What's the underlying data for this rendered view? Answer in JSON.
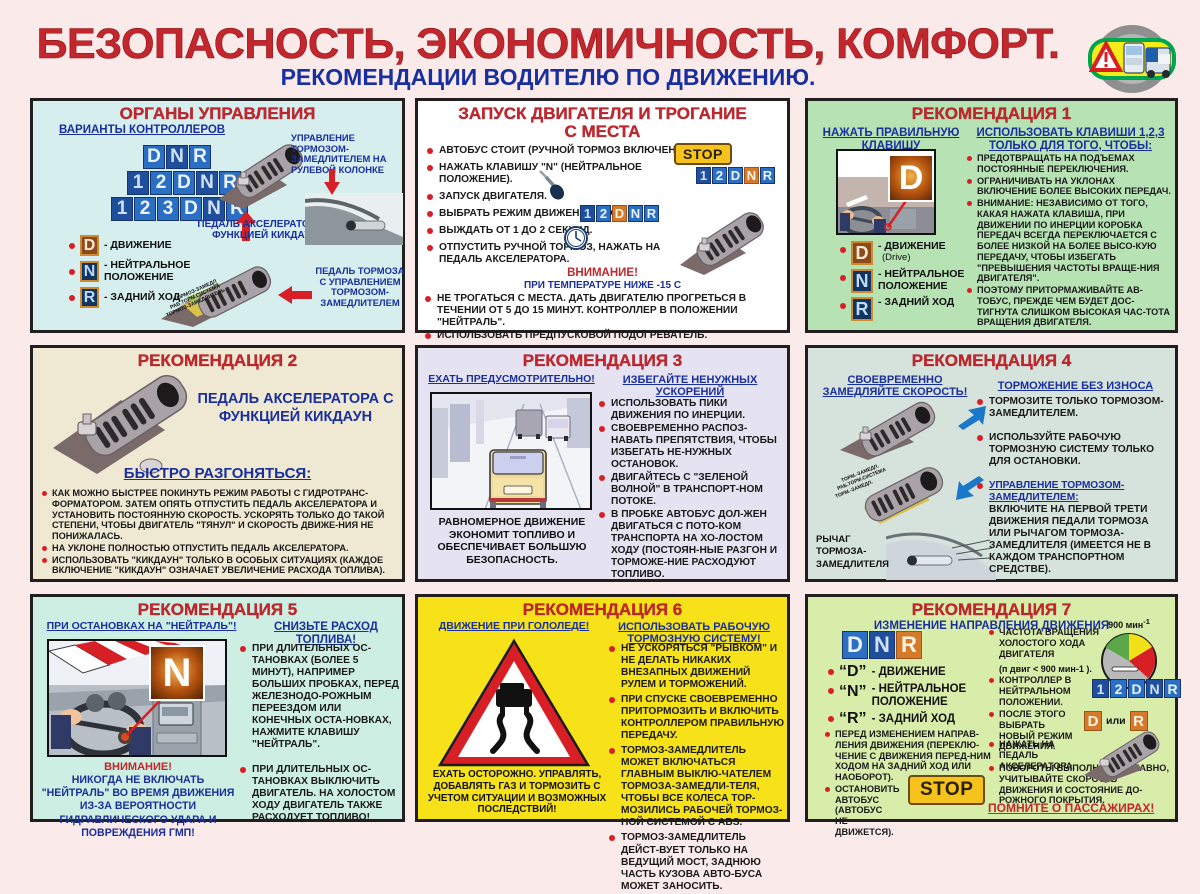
{
  "header": {
    "title": "БЕЗОПАСНОСТЬ, ЭКОНОМИЧНОСТЬ,  КОМФОРТ.",
    "subtitle": "РЕКОМЕНДАЦИИ ВОДИТЕЛЮ ПО ДВИЖЕНИЮ.",
    "logo_name": "bus-truck-warning-logo"
  },
  "colors": {
    "page_bg": "#fbeaea",
    "title_red": "#c1272d",
    "title_blue": "#1a2f9e",
    "bullet_red": "#d81f26",
    "panel1_bg": "#d6eeee",
    "panel2_bg": "#ffffff",
    "panel3_bg": "#b7e2b4",
    "panel4_bg": "#efe9d3",
    "panel5_bg": "#e5e2f2",
    "panel6_bg": "#d6e2dc",
    "panel7_bg": "#cdeee2",
    "panel8_bg": "#f7e21a",
    "panel9_bg": "#d9edaa",
    "key_blue": "#1f4e9c",
    "key_orange": "#d5792b",
    "stop_yellow": "#f6c31c"
  },
  "panels": {
    "controls": {
      "title": "ОРГАНЫ УПРАВЛЕНИЯ",
      "subhead": "ВАРИАНТЫ КОНТРОЛЛЕРОВ",
      "rows": [
        [
          "D",
          "N",
          "R"
        ],
        [
          "1",
          "2",
          "D",
          "N",
          "R"
        ],
        [
          "1",
          "2",
          "3",
          "D",
          "N",
          "R"
        ]
      ],
      "legend": [
        {
          "key": "D",
          "label": "- ДВИЖЕНИЕ"
        },
        {
          "key": "N",
          "label": "- НЕЙТРАЛЬНОЕ ПОЛОЖЕНИЕ"
        },
        {
          "key": "R",
          "label": "- ЗАДНИЙ ХОД"
        }
      ],
      "callout_steering": "УПРАВЛЕНИЕ ТОРМОЗОМ-ЗАМЕДЛИТЕЛЕМ НА РУЛЕВОЙ КОЛОНКЕ",
      "callout_accel": "ПЕДАЛЬ АКСЕЛЕРАТОРА С ФУНКЦИЕЙ КИКДАУН",
      "callout_brake": "ПЕДАЛЬ ТОРМОЗА С УПРАВЛЕНИЕМ ТОРМОЗОМ-ЗАМЕДЛИТЕЛЕМ",
      "pedal_label_1": "ТОРМОЗ-ЗАМЕДЛ",
      "pedal_label_2": "РАБОЧАЯ ТОРМОЗН. СИСТЕМА",
      "pedal_label_3": "ТОРМОЗ-ЗАМЕДЛИТЕЛЬ"
    },
    "engine_start": {
      "title_line1": "ЗАПУСК ДВИГАТЕЛЯ И ТРОГАНИЕ",
      "title_line2": "С МЕСТА",
      "steps": [
        "АВТОБУС СТОИТ (РУЧНОЙ ТОРМОЗ ВКЛЮЧЕН).",
        "НАЖАТЬ КЛАВИШУ \"N\" (НЕЙТРАЛЬНОЕ ПОЛОЖЕНИЕ).",
        "ЗАПУСК ДВИГАТЕЛЯ.",
        "ВЫБРАТЬ РЕЖИМ ДВИЖЕНИЯ (\"D\").",
        "ВЫЖДАТЬ ОТ 1 ДО 2 СЕКУНД.",
        "ОТПУСТИТЬ РУЧНОЙ ТОРМОЗ, НАЖАТЬ НА ПЕДАЛЬ АКСЕЛЕРАТОРА."
      ],
      "stop_label": "STOP",
      "keys_row": [
        "1",
        "2",
        "D",
        "N",
        "R"
      ],
      "attention": "ВНИМАНИЕ!",
      "attention_sub": "ПРИ ТЕМПЕРАТУРЕ НИЖЕ -15  С",
      "warnings": [
        "НЕ ТРОГАТЬСЯ С МЕСТА. ДАТЬ ДВИГАТЕЛЮ ПРОГРЕТЬСЯ В ТЕЧЕНИИ ОТ 5 ДО 15 МИНУТ. КОНТРОЛЛЕР В ПОЛОЖЕНИИ \"НЕЙТРАЛЬ\".",
        "ИСПОЛЬЗОВАТЬ ПРЕДПУСКОВОЙ ПОДОГРЕВАТЕЛЬ."
      ]
    },
    "rec1": {
      "title": "РЕКОМЕНДАЦИЯ 1",
      "subhead_left": "НАЖАТЬ ПРАВИЛЬНУЮ КЛАВИШУ",
      "subhead_right": "ИСПОЛЬЗОВАТЬ КЛАВИШИ 1,2,3 ТОЛЬКО ДЛЯ ТОГО, ЧТОБЫ:",
      "image_key": "D",
      "legend": [
        {
          "key": "D",
          "label": "- ДВИЖЕНИЕ",
          "sub": "(Drive)"
        },
        {
          "key": "N",
          "label": "- НЕЙТРАЛЬНОЕ ПОЛОЖЕНИЕ",
          "sub": ""
        },
        {
          "key": "R",
          "label": "- ЗАДНИЙ ХОД",
          "sub": ""
        }
      ],
      "bullets": [
        "ПРЕДОТВРАЩАТЬ НА ПОДЪЕМАХ ПОСТОЯННЫЕ ПЕРЕКЛЮЧЕНИЯ.",
        "ОГРАНИЧИВАТЬ НА УКЛОНАХ ВКЛЮЧЕНИЕ БОЛЕЕ ВЫСОКИХ ПЕРЕДАЧ.",
        "ВНИМАНИЕ: НЕЗАВИСИМО ОТ ТОГО, КАКАЯ НАЖАТА КЛАВИША, ПРИ ДВИЖЕНИИ ПО ИНЕРЦИИ КОРОБКА ПЕРЕДАЧ ВСЕГДА ПЕРЕКЛЮЧАЕТСЯ С БОЛЕЕ НИЗКОЙ НА БОЛЕЕ ВЫСО-КУЮ ПЕРЕДАЧУ, ЧТОБЫ ИЗБЕГАТЬ \"ПРЕВЫШЕНИЯ ЧАСТОТЫ ВРАЩЕ-НИЯ ДВИГАТЕЛЯ\".",
        "ПОЭТОМУ ПРИТОРМАЖИВАЙТЕ АВ-ТОБУС, ПРЕЖДЕ ЧЕМ БУДЕТ ДОС-ТИГНУТА СЛИШКОМ ВЫСОКАЯ ЧАС-ТОТА ВРАЩЕНИЯ ДВИГАТЕЛЯ."
      ]
    },
    "rec2": {
      "title": "РЕКОМЕНДАЦИЯ 2",
      "heading": "ПЕДАЛЬ АКСЕЛЕРАТОРА С ФУНКЦИЕЙ КИКДАУН",
      "subhead": "БЫСТРО РАЗГОНЯТЬСЯ:",
      "bullets": [
        "КАК МОЖНО БЫСТРЕЕ ПОКИНУТЬ РЕЖИМ РАБОТЫ С ГИДРОТРАНС-ФОРМАТОРОМ. ЗАТЕМ ОПЯТЬ ОТПУСТИТЬ ПЕДАЛЬ АКСЕЛЕРАТОРА И УСТАНОВИТЬ ПОСТОЯННУЮ СКОРОСТЬ. УСКОРЯТЬ ТОЛЬКО ДО ТАКОЙ СТЕПЕНИ, ЧТОБЫ ДВИГАТЕЛЬ \"ТЯНУЛ\" И СКОРОСТЬ ДВИЖЕ-НИЯ НЕ ПОНИЖАЛАСЬ.",
        "НА УКЛОНЕ ПОЛНОСТЬЮ ОТПУСТИТЬ ПЕДАЛЬ АКСЕЛЕРАТОРА.",
        "ИСПОЛЬЗОВАТЬ \"КИКДАУН\" ТОЛЬКО В ОСОБЫХ СИТУАЦИЯХ (КАЖДОЕ ВКЛЮЧЕНИЕ \"КИКДАУН\" ОЗНАЧАЕТ УВЕЛИЧЕНИЕ РАСХОДА ТОПЛИВА)."
      ]
    },
    "rec3": {
      "title": "РЕКОМЕНДАЦИЯ 3",
      "subhead_left": "ЕХАТЬ ПРЕДУСМОТРИТЕЛЬНО!",
      "subhead_right": "ИЗБЕГАЙТЕ  НЕНУЖНЫХ УСКОРЕНИЙ",
      "caption": "РАВНОМЕРНОЕ ДВИЖЕНИЕ ЭКОНОМИТ ТОПЛИВО И ОБЕСПЕЧИВАЕТ БОЛЬШУЮ БЕЗОПАСНОСТЬ.",
      "bullets": [
        "ИСПОЛЬЗОВАТЬ ПИКИ ДВИЖЕНИЯ ПО ИНЕРЦИИ.",
        "СВОЕВРЕМЕННО РАСПОЗ-НАВАТЬ ПРЕПЯТСТВИЯ, ЧТОБЫ ИЗБЕГАТЬ НЕ-НУЖНЫХ ОСТАНОВОК.",
        "ДВИГАЙТЕСЬ С \"ЗЕЛЕНОЙ ВОЛНОЙ\" В ТРАНСПОРТ-НОМ ПОТОКЕ.",
        "В ПРОБКЕ АВТОБУС ДОЛ-ЖЕН ДВИГАТЬСЯ С ПОТО-КОМ ТРАНСПОРТА НА ХО-ЛОСТОМ ХОДУ (ПОСТОЯН-НЫЕ РАЗГОН И ТОРМОЖЕ-НИЕ РАСХОДУЮТ ТОПЛИВО."
      ]
    },
    "rec4": {
      "title": "РЕКОМЕНДАЦИЯ 4",
      "subhead_left": "СВОЕВРЕМЕННО ЗАМЕДЛЯЙТЕ СКОРОСТЬ!",
      "subhead_right": "ТОРМОЖЕНИЕ БЕЗ ИЗНОСА",
      "lever_label": "РЫЧАГ ТОРМОЗА-ЗАМЕДЛИТЕЛЯ",
      "bullets": [
        "ТОРМОЗИТЕ ТОЛЬКО ТОРМОЗОМ-ЗАМЕДЛИТЕЛЕМ.",
        "ИСПОЛЬЗУЙТЕ РАБОЧУЮ ТОРМОЗНУЮ СИСТЕМУ ТОЛЬКО ДЛЯ ОСТАНОВКИ.",
        "УПРАВЛЕНИЕ ТОРМОЗОМ-ЗАМЕДЛИТЕЛЕМ:"
      ],
      "bullet3_body": "ВКЛЮЧИТЕ НА ПЕРВОЙ ТРЕТИ ДВИЖЕНИЯ ПЕДАЛИ ТОРМОЗА ИЛИ РЫЧАГОМ ТОРМОЗА-ЗАМЕДЛИТЕЛЯ (ИМЕЕТСЯ НЕ В КАЖДОМ ТРАНСПОРТНОМ СРЕДСТВЕ)."
    },
    "rec5": {
      "title": "РЕКОМЕНДАЦИЯ 5",
      "subhead_left": "ПРИ ОСТАНОВКАХ НА \"НЕЙТРАЛЬ\"!",
      "subhead_right": "СНИЗЬТЕ РАСХОД ТОПЛИВА!",
      "image_key": "N",
      "attention": "ВНИМАНИЕ!",
      "attention_body": "НИКОГДА НЕ ВКЛЮЧАТЬ \"НЕЙТРАЛЬ\" ВО ВРЕМЯ ДВИЖЕНИЯ ИЗ-ЗА ВЕРОЯТНОСТИ ГИДРАВЛИЧЕСКОГО УДАРА И ПОВРЕЖДЕНИЯ ГМП!",
      "bullets": [
        "ПРИ ДЛИТЕЛЬНЫХ ОС-ТАНОВКАХ (БОЛЕЕ 5 МИНУТ), НАПРИМЕР БОЛЬШИХ ПРОБКАХ, ПЕРЕД ЖЕЛЕЗНОДО-РОЖНЫМ ПЕРЕЕЗДОМ ИЛИ КОНЕЧНЫХ ОСТА-НОВКАХ, НАЖМИТЕ КЛАВИШУ \"НЕЙТРАЛЬ\".",
        "ПРИ ДЛИТЕЛЬНЫХ ОС-ТАНОВКАХ ВЫКЛЮЧИТЬ ДВИГАТЕЛЬ. НА ХОЛОСТОМ ХОДУ ДВИГАТЕЛЬ ТАКЖЕ РАСХОДУЕТ ТОПЛИВО!"
      ]
    },
    "rec6": {
      "title": "РЕКОМЕНДАЦИЯ 6",
      "subhead_left": "ДВИЖЕНИЕ ПРИ ГОЛОЛЕДЕ!",
      "subhead_right": "ИСПОЛЬЗОВАТЬ РАБОЧУЮ ТОРМОЗНУЮ СИСТЕМУ!",
      "sign_name": "slippery-road-warning-sign",
      "caption": "ЕХАТЬ ОСТОРОЖНО. УПРАВЛЯТЬ, ДОБАВЛЯТЬ ГАЗ И ТОРМОЗИТЬ С УЧЕТОМ СИТУАЦИИ И ВОЗМОЖНЫХ ПОСЛЕДСТВИЙ!",
      "bullets": [
        "НЕ УСКОРЯТЬСЯ \"РЫВКОМ\" И НЕ ДЕЛАТЬ НИКАКИХ ВНЕЗАПНЫХ ДВИЖЕНИЙ РУЛЕМ И ТОРМОЖЕНИЙ.",
        "ПРИ СПУСКЕ СВОЕВРЕМЕННО ПРИТОРМОЗИТЬ И ВКЛЮЧИТЬ КОНТРОЛЛЕРОМ ПРАВИЛЬНУЮ ПЕРЕДАЧУ.",
        "ТОРМОЗ-ЗАМЕДЛИТЕЛЬ МОЖЕТ ВКЛЮЧАТЬСЯ ГЛАВНЫМ ВЫКЛЮ-ЧАТЕЛЕМ ТОРМОЗА-ЗАМЕДЛИ-ТЕЛЯ, ЧТОБЫ ВСЕ КОЛЕСА ТОР-МОЗИЛИСЬ РАБОЧЕЙ ТОРМОЗ-НОЙ СИСТЕМОЙ С ABS.",
        "ТОРМОЗ-ЗАМЕДЛИТЕЛЬ ДЕЙСТ-ВУЕТ ТОЛЬКО НА ВЕДУЩИЙ МОСТ, ЗАДНЮЮ ЧАСТЬ КУЗОВА АВТО-БУСА МОЖЕТ ЗАНОСИТЬ."
      ]
    },
    "rec7": {
      "title": "РЕКОМЕНДАЦИЯ 7",
      "subhead": "ИЗМЕНЕНИЕ НАПРАВЛЕНИЯ ДВИЖЕНИЯ",
      "keys_row": [
        "D",
        "N",
        "R"
      ],
      "legend": [
        {
          "key": "“D”",
          "label": "- ДВИЖЕНИЕ"
        },
        {
          "key": "“N”",
          "label": "- НЕЙТРАЛЬНОЕ ПОЛОЖЕНИЕ"
        },
        {
          "key": "“R”",
          "label": "- ЗАДНИЙ ХОД"
        }
      ],
      "left_bullets": [
        "ПЕРЕД ИЗМЕНЕНИЕМ НАПРАВ-ЛЕНИЯ ДВИЖЕНИЯ (ПЕРЕКЛЮ-ЧЕНИЕ С ДВИЖЕНИЯ ПЕРЕД-НИМ ХОДОМ НА ЗАДНИЙ ХОД ИЛИ НАОБОРОТ).",
        "ОСТАНОВИТЬ АВТОБУС (АВТОБУС НЕ ДВИЖЕТСЯ)."
      ],
      "right_bullets": [
        "ЧАСТОТА ВРАЩЕНИЯ ХОЛОСТОГО ХОДА ДВИГАТЕЛЯ",
        "КОНТРОЛЛЕР В НЕЙТРАЛЬНОМ ПОЛОЖЕНИИ.",
        "ПОСЛЕ ЭТОГО ВЫБРАТЬ НОВЫЙ РЕЖИМ ДВИЖЕНИЯ.",
        "НАЖАТЬ НА ПЕДАЛЬ АКСЕЛЕРАТОРА.",
        "ПОВОРОТЫ ВЫПОЛНЯЙТЕ ПЛАВНО, УЧИТЫВАЙТЕ СКОРОСТЬ ДВИЖЕНИЯ И СОСТОЯНИЕ ДО-РОЖНОГО ПОКРЫТИЯ."
      ],
      "rpm_note": "(п двиг < 900 мин-1 ).",
      "tacho_label": "900 мин",
      "tacho_sup": "-1",
      "keys_controller": [
        "1",
        "2",
        "D",
        "N",
        "R"
      ],
      "mode_d": "D",
      "mode_or": "или",
      "mode_r": "R",
      "stop_label": "STOP",
      "footer": "ПОМНИТЕ О ПАССАЖИРАХ!"
    }
  }
}
